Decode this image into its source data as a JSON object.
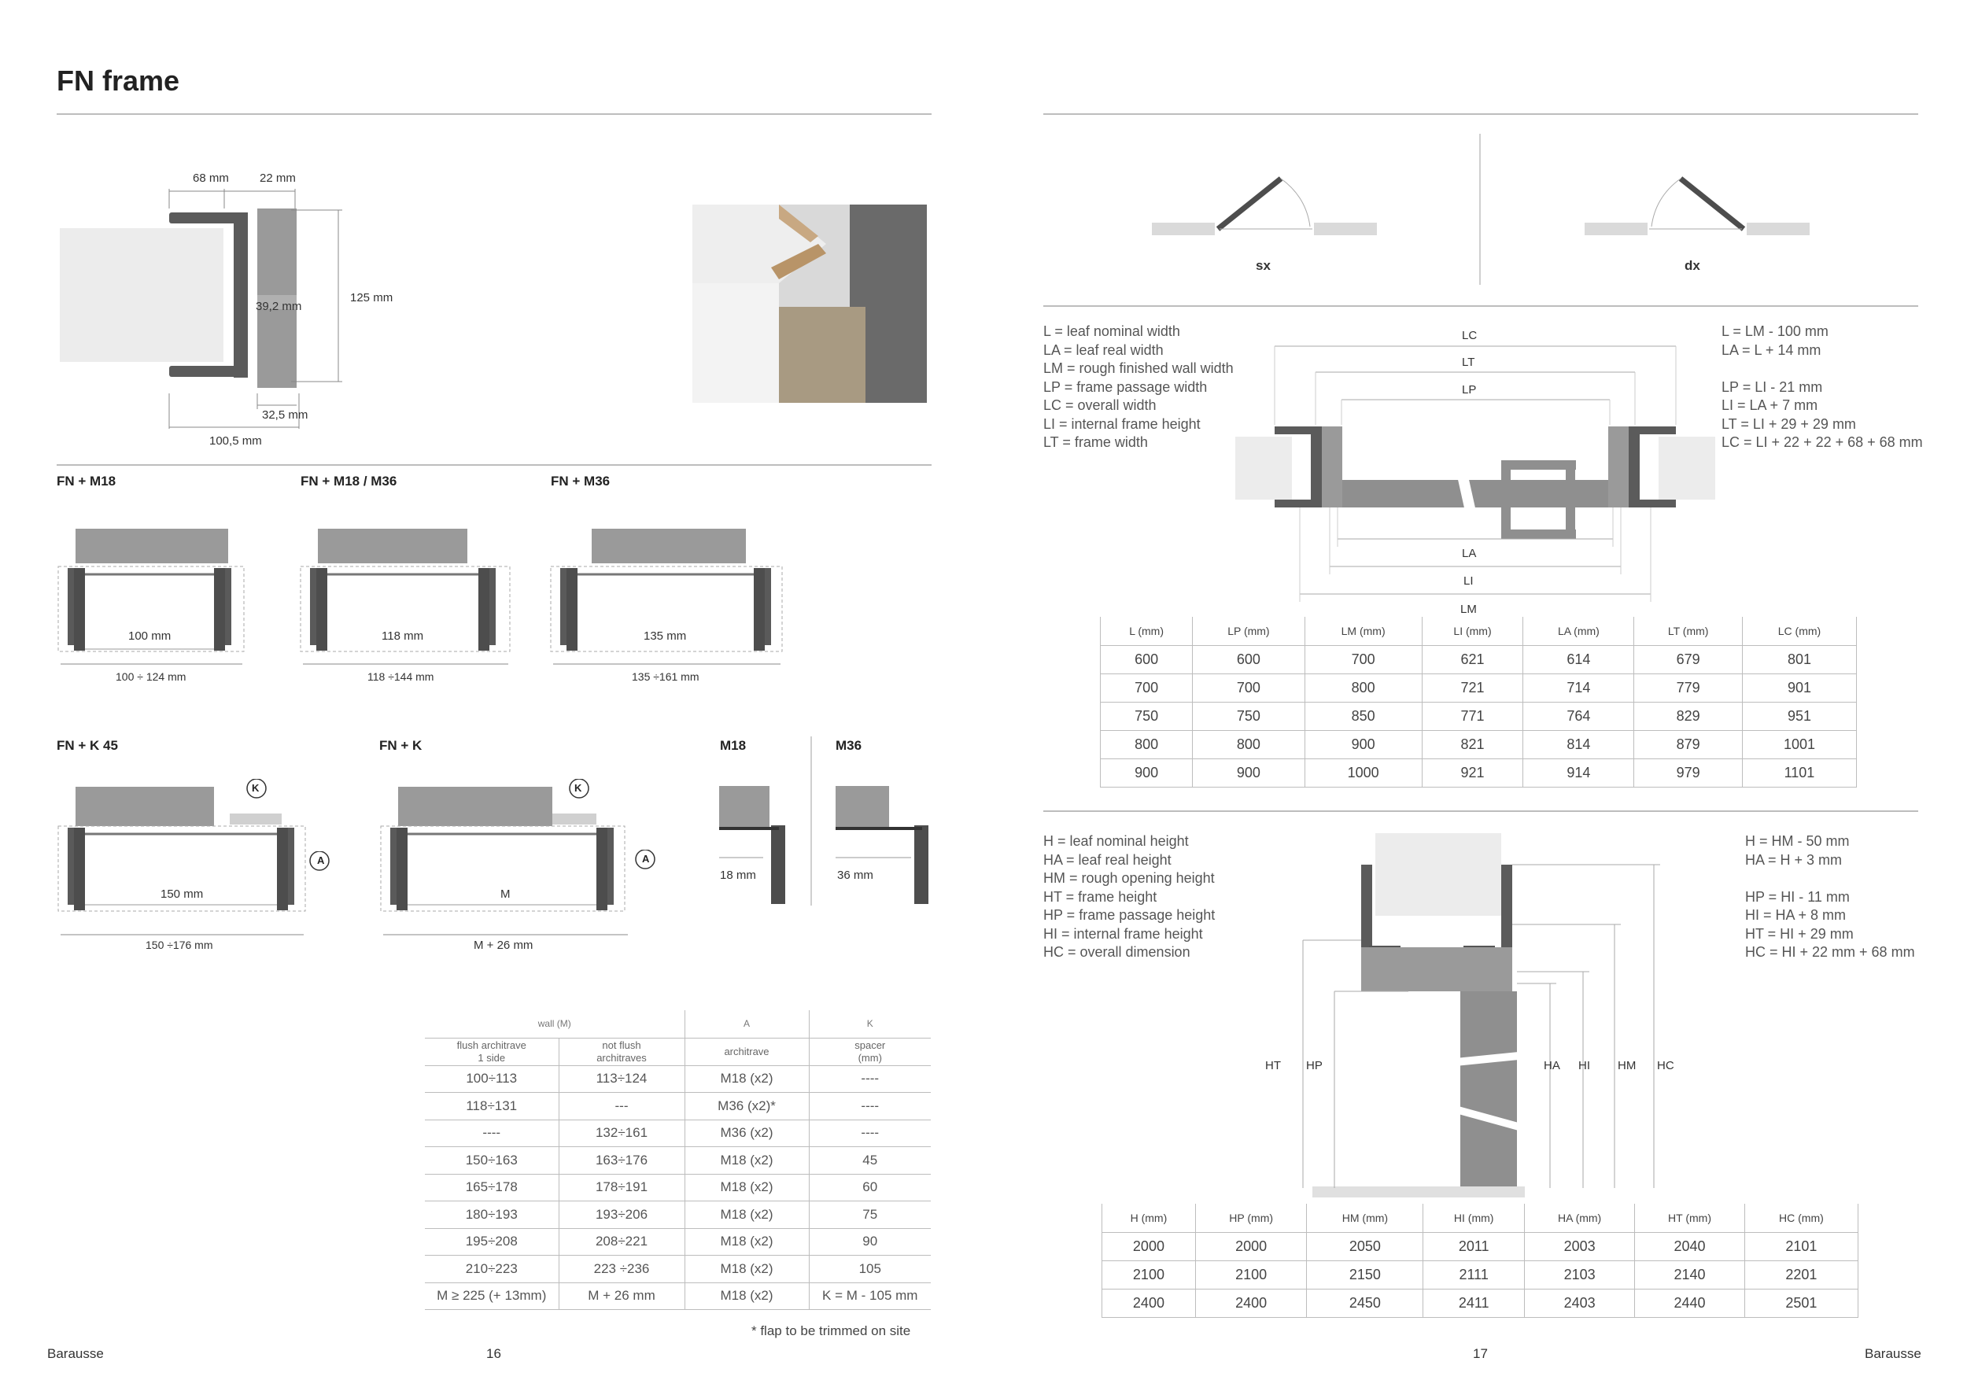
{
  "page_title": "FN frame",
  "top_dims": {
    "d68": "68 mm",
    "d22": "22 mm",
    "d125": "125 mm",
    "d392": "39,2 mm",
    "d325": "32,5 mm",
    "d1005": "100,5 mm"
  },
  "sections": {
    "m18": "FN + M18",
    "m18m36": "FN + M18 / M36",
    "m36": "FN + M36",
    "k45": "FN + K 45",
    "k": "FN + K",
    "m18s": "M18",
    "m36s": "M36"
  },
  "section_dims": {
    "m18_in": "100 mm",
    "m18_out": "100 ÷ 124 mm",
    "m18m36_in": "118 mm",
    "m18m36_out": "118 ÷144 mm",
    "m36_in": "135 mm",
    "m36_out": "135 ÷161 mm",
    "k45_in": "150 mm",
    "k45_out": "150 ÷176 mm",
    "k_in": "M",
    "k_out": "M + 26 mm",
    "m18s": "18 mm",
    "m36s": "36 mm"
  },
  "circle_labels": {
    "k": "K",
    "a": "A"
  },
  "left_table": {
    "group_headers": [
      "wall (M)",
      "A",
      "K"
    ],
    "sub_headers": [
      [
        "flush architrave",
        "1 side"
      ],
      [
        "not flush",
        "architraves"
      ],
      [
        "architrave"
      ],
      [
        "spacer",
        "(mm)"
      ]
    ],
    "rows": [
      [
        "100÷113",
        "113÷124",
        "M18 (x2)",
        "----"
      ],
      [
        "118÷131",
        "---",
        "M36 (x2)*",
        "----"
      ],
      [
        "----",
        "132÷161",
        "M36 (x2)",
        "----"
      ],
      [
        "150÷163",
        "163÷176",
        "M18 (x2)",
        "45"
      ],
      [
        "165÷178",
        "178÷191",
        "M18 (x2)",
        "60"
      ],
      [
        "180÷193",
        "193÷206",
        "M18 (x2)",
        "75"
      ],
      [
        "195÷208",
        "208÷221",
        "M18 (x2)",
        "90"
      ],
      [
        "210÷223",
        "223 ÷236",
        "M18 (x2)",
        "105"
      ],
      [
        "M ≥ 225 (+ 13mm)",
        "M + 26 mm",
        "M18 (x2)",
        "K = M - 105 mm"
      ]
    ],
    "footnote": "* flap to be trimmed on site"
  },
  "swing": {
    "sx": "sx",
    "dx": "dx"
  },
  "width_legend": [
    "L    = leaf nominal width",
    "LA = leaf real width",
    "LM = rough finished wall width",
    "LP  = frame passage width",
    "LC  = overall width",
    "LI   = internal frame height",
    "LT  = frame width"
  ],
  "width_formulas": [
    "L    = LM - 100 mm",
    "LA  = L + 14 mm",
    "",
    "LP  = LI - 21 mm",
    "LI   = LA + 7 mm",
    "LT  = LI + 29 + 29 mm",
    "LC  = LI + 22 + 22 + 68 + 68 mm"
  ],
  "width_diagram_labels": {
    "lc": "LC",
    "lt": "LT",
    "lp": "LP",
    "la": "LA",
    "li": "LI",
    "lm": "LM"
  },
  "width_table": {
    "headers": [
      "L (mm)",
      "LP (mm)",
      "LM (mm)",
      "LI (mm)",
      "LA (mm)",
      "LT (mm)",
      "LC (mm)"
    ],
    "rows": [
      [
        "600",
        "600",
        "700",
        "621",
        "614",
        "679",
        "801"
      ],
      [
        "700",
        "700",
        "800",
        "721",
        "714",
        "779",
        "901"
      ],
      [
        "750",
        "750",
        "850",
        "771",
        "764",
        "829",
        "951"
      ],
      [
        "800",
        "800",
        "900",
        "821",
        "814",
        "879",
        "1001"
      ],
      [
        "900",
        "900",
        "1000",
        "921",
        "914",
        "979",
        "1101"
      ]
    ]
  },
  "height_legend": [
    "H    = leaf nominal height",
    "HA  = leaf real height",
    "HM = rough opening height",
    "HT  = frame height",
    "HP  = frame passage height",
    "HI   = internal frame height",
    "HC  = overall dimension"
  ],
  "height_formulas": [
    "H    = HM - 50 mm",
    "HA  = H + 3 mm",
    "",
    "HP  = HI - 11 mm",
    "HI   = HA + 8 mm",
    "HT  = HI + 29 mm",
    "HC  = HI + 22 mm + 68 mm"
  ],
  "height_diagram_labels": {
    "ht": "HT",
    "hp": "HP",
    "ha": "HA",
    "hi": "HI",
    "hm": "HM",
    "hc": "HC"
  },
  "height_table": {
    "headers": [
      "H (mm)",
      "HP (mm)",
      "HM (mm)",
      "HI (mm)",
      "HA (mm)",
      "HT (mm)",
      "HC (mm)"
    ],
    "rows": [
      [
        "2000",
        "2000",
        "2050",
        "2011",
        "2003",
        "2040",
        "2101"
      ],
      [
        "2100",
        "2100",
        "2150",
        "2111",
        "2103",
        "2140",
        "2201"
      ],
      [
        "2400",
        "2400",
        "2450",
        "2411",
        "2403",
        "2440",
        "2501"
      ]
    ]
  },
  "footer": {
    "brand_left": "Barausse",
    "page_left": "16",
    "page_right": "17",
    "brand_right": "Barausse"
  }
}
